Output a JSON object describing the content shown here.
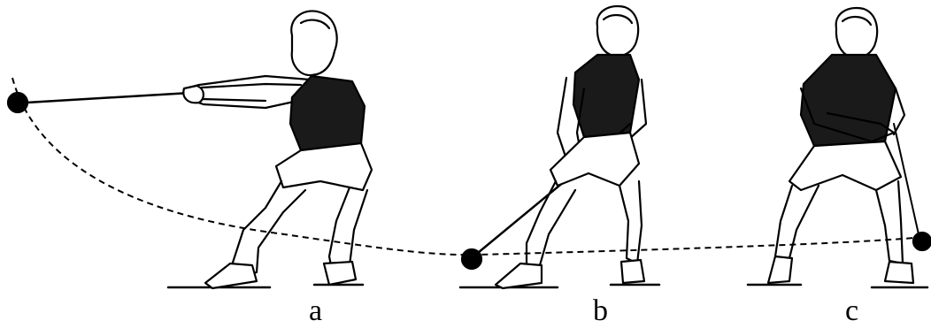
{
  "figure": {
    "panels": [
      {
        "id": "a",
        "label": "a"
      },
      {
        "id": "b",
        "label": "b"
      },
      {
        "id": "c",
        "label": "c"
      }
    ],
    "colors": {
      "ink": "#000000",
      "background": "#ffffff",
      "shirt": "#1a1a1a"
    }
  }
}
